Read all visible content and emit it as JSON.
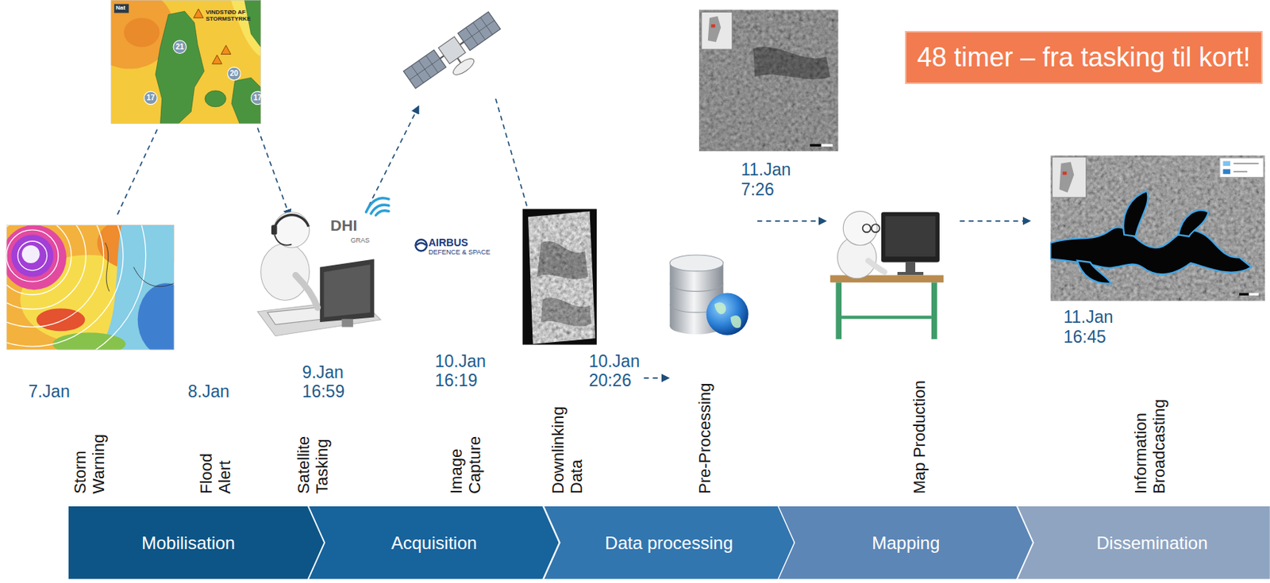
{
  "diagram": {
    "nodes": [
      {
        "text": [
          "48 timer – fra tasking til kort!"
        ]
      },
      {
        "text": [
          "Mobilisation"
        ]
      },
      {
        "text": [
          "Acquisition"
        ]
      },
      {
        "text": [
          "Data processing"
        ]
      },
      {
        "text": [
          "Mapping"
        ]
      },
      {
        "text": [
          "Dissemination"
        ]
      }
    ],
    "labels": [
      "Nat",
      "VINDSTØD AF STORMSTYRKE",
      "21",
      "20",
      "17",
      "17",
      "DHI",
      "GRAS",
      "AIRBUS",
      "DEFENCE & SPACE",
      "7.Jan",
      "8.Jan",
      "9.Jan 16:59",
      "10.Jan 16:19",
      "10.Jan 20:26",
      "11.Jan 7:26",
      "11.Jan 16:45",
      "Storm Warning",
      "Flood Alert",
      "Satellite Tasking",
      "Image Capture",
      "Downlinking Data",
      "Pre-Processing",
      "Map Production",
      "Information Broadcasting"
    ]
  }
}
